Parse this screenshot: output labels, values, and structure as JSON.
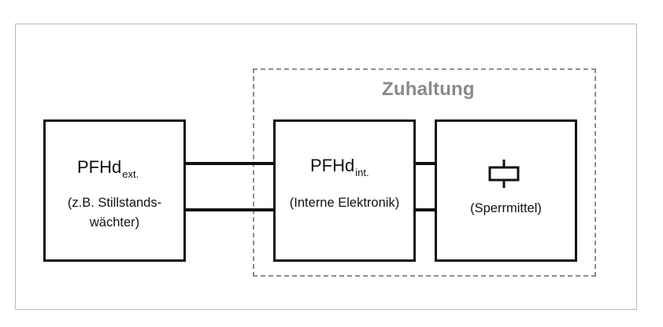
{
  "group": {
    "title": "Zuhaltung"
  },
  "blocks": {
    "external": {
      "pfh_main": "PFHd",
      "pfh_sub": "ext.",
      "desc_line1": "(z.B. Stillstands-",
      "desc_line2": "wächter)"
    },
    "internal": {
      "pfh_main": "PFHd",
      "pfh_sub": "int.",
      "desc": "(Interne Elektronik)"
    },
    "lock": {
      "desc": "(Sperrmittel)",
      "icon": "solenoid-icon"
    }
  },
  "colors": {
    "box_border": "#111111",
    "dashed_group": "#8d8d8d",
    "group_title": "#8a8a8a",
    "frame": "#b8b8b8"
  }
}
